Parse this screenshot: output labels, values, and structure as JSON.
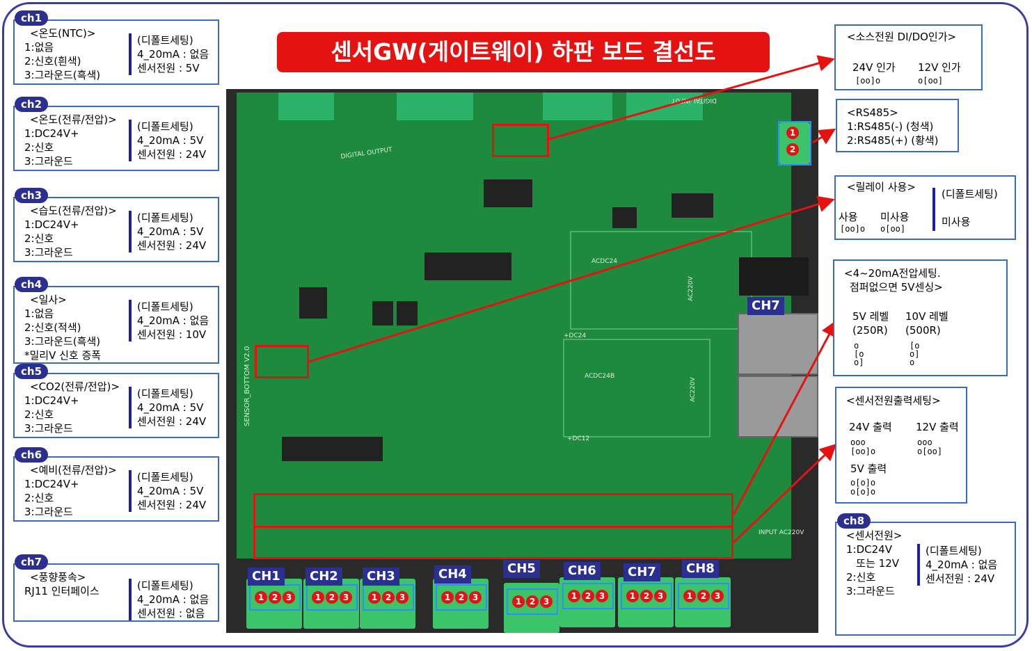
{
  "title": "센서GW(게이트웨이) 하판 보드 결선도",
  "default_label": "(디폴트세팅)",
  "channels": [
    {
      "tag": "ch1",
      "lines": [
        "<온도(NTC)>",
        "1:없음",
        "2:신호(흰색)",
        "3:그라운드(흑색)"
      ],
      "default": [
        "4_20mA : 없음",
        "센서전원 : 5V"
      ]
    },
    {
      "tag": "ch2",
      "lines": [
        "<온도(전류/전압)>",
        "1:DC24V+",
        "2:신호",
        "3:그라운드"
      ],
      "default": [
        "4_20mA : 5V",
        "센서전원 : 24V"
      ]
    },
    {
      "tag": "ch3",
      "lines": [
        "<습도(전류/전압)>",
        "1:DC24V+",
        "2:신호",
        "3:그라운드"
      ],
      "default": [
        "4_20mA : 5V",
        "센서전원 : 24V"
      ]
    },
    {
      "tag": "ch4",
      "lines": [
        "<일사>",
        "1:없음",
        "2:신호(적색)",
        "3:그라운드(흑색)",
        "*밀리V 신호 증폭"
      ],
      "default": [
        "4_20mA : 없음",
        "센서전원 : 10V"
      ]
    },
    {
      "tag": "ch5",
      "lines": [
        "<CO2(전류/전압)>",
        "1:DC24V+",
        "2:신호",
        "3:그라운드"
      ],
      "default": [
        "4_20mA : 5V",
        "센서전원 : 24V"
      ]
    },
    {
      "tag": "ch6",
      "lines": [
        "<예비(전류/전압)>",
        "1:DC24V+",
        "2:신호",
        "3:그라운드"
      ],
      "default": [
        "4_20mA : 5V",
        "센서전원 : 24V"
      ]
    },
    {
      "tag": "ch7",
      "lines": [
        "<풍향풍속>",
        "RJ11 인터페이스"
      ],
      "default": [
        "4_20mA : 없음",
        "센서전원 : 없음"
      ]
    }
  ],
  "ch8": {
    "tag": "ch8",
    "lines": [
      "<센서전원>",
      "1:DC24V",
      "   또는 12V",
      "2:신호",
      "3:그라운드"
    ],
    "default": [
      "4_20mA : 없음",
      "센서전원 : 24V"
    ]
  },
  "source_power": {
    "title": "<소스전원 DI/DO인가>",
    "opt1": "24V 인가",
    "opt2": "12V 인가"
  },
  "rs485": {
    "title": "<RS485>",
    "l1": "1:RS485(-) (청색)",
    "l2": "2:RS485(+) (황색)"
  },
  "relay": {
    "title": "<릴레이 사용>",
    "use": "사용",
    "nouse": "미사용",
    "default_value": "미사용"
  },
  "voltage": {
    "title1": "<4~20mA전압세팅.",
    "title2": "점퍼없으면 5V센싱>",
    "opt1a": "5V 레벨",
    "opt1b": "(250R)",
    "opt2a": "10V 레벨",
    "opt2b": "(500R)"
  },
  "sensor_power_out": {
    "title": "<센서전원출력세팅>",
    "opt24": "24V 출력",
    "opt12": "12V 출력",
    "opt5": "5V 출력"
  },
  "board": {
    "ch_labels": [
      "CH1",
      "CH2",
      "CH3",
      "CH4",
      "CH5",
      "CH6",
      "CH7",
      "CH8"
    ],
    "rj_label": "CH7",
    "pins": [
      "1",
      "2",
      "3"
    ],
    "rs_pins": [
      "1",
      "2"
    ],
    "silk": [
      "DIGITAL OUTPUT",
      "DIGITAL INPUT",
      "SENSOR_BOTTOM V2.0",
      "ACDC24",
      "AC220V",
      "ACDC24B",
      "INPUT AC220V",
      "+DC24",
      "+DC12"
    ]
  },
  "colors": {
    "accent_red": "#e51212",
    "navy": "#2b2f8f",
    "box_border": "#3b6bc0",
    "pcb": "#1d8a3e"
  }
}
